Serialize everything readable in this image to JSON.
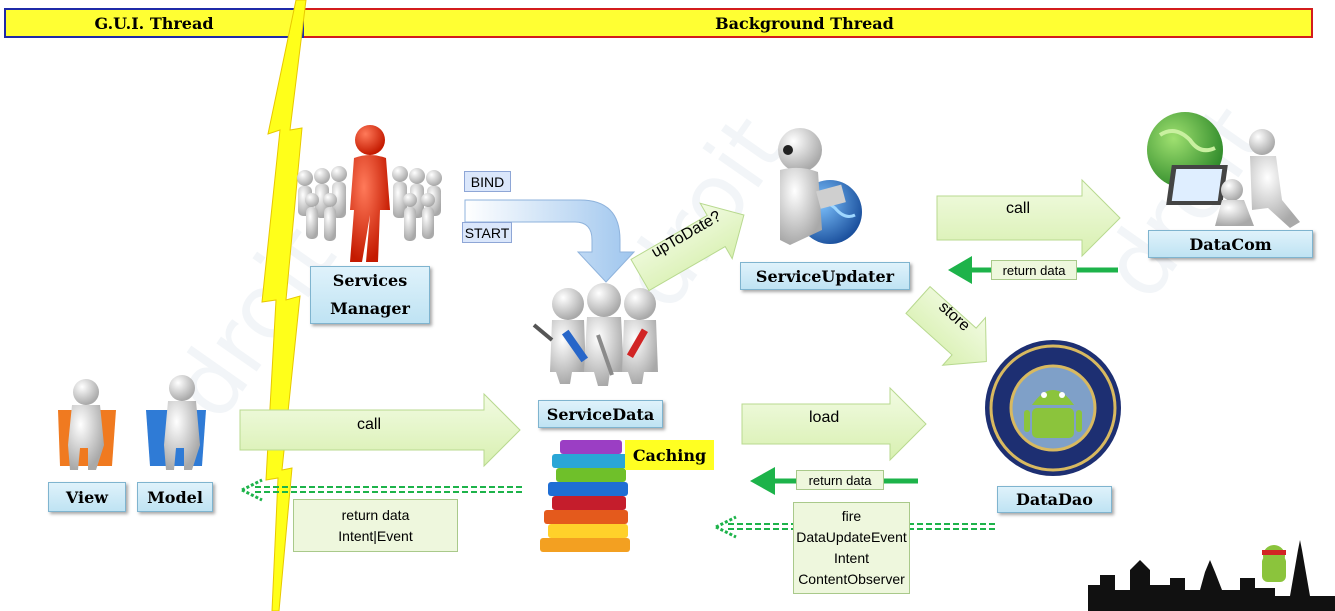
{
  "header": {
    "gui_thread": "G.U.I. Thread",
    "background_thread": "Background Thread"
  },
  "nodes": {
    "services_manager_line1": "Services",
    "services_manager_line2": "Manager",
    "service_updater": "ServiceUpdater",
    "datacom": "DataCom",
    "service_data": "ServiceData",
    "caching": "Caching",
    "datadao": "DataDao",
    "view": "View",
    "model": "Model"
  },
  "edges": {
    "bind": "BIND",
    "start": "START",
    "up_to_date": "upToDate?",
    "call_datacom": "call",
    "return_data_datacom": "return data",
    "store": "store",
    "call_servicedata": "call",
    "load": "load",
    "return_data_datadao": "return data"
  },
  "notes": {
    "gui_return": [
      "return data",
      "Intent|Event"
    ],
    "fire": [
      "fire",
      "DataUpdateEvent",
      "Intent",
      "ContentObserver"
    ]
  },
  "icons": {
    "services_manager": "crowd-leader-icon",
    "service_updater": "person-globe-icon",
    "datacom": "people-laptop-globe-icon",
    "service_data": "workers-tools-icon",
    "caching": "book-stack-icon",
    "datadao": "nsa-android-seal-icon",
    "view_model": "seated-figures-icon",
    "skyline": "paris-skyline-icon"
  },
  "colors": {
    "header_fill": "#ffff33",
    "gui_border": "#1f2aa8",
    "bg_border": "#d31c1c",
    "arrow_fill": "#e4f6c4",
    "arrow_stroke": "#a9d07a",
    "green_arrow": "#1db34a",
    "label_fill": "#c7e7f5"
  }
}
